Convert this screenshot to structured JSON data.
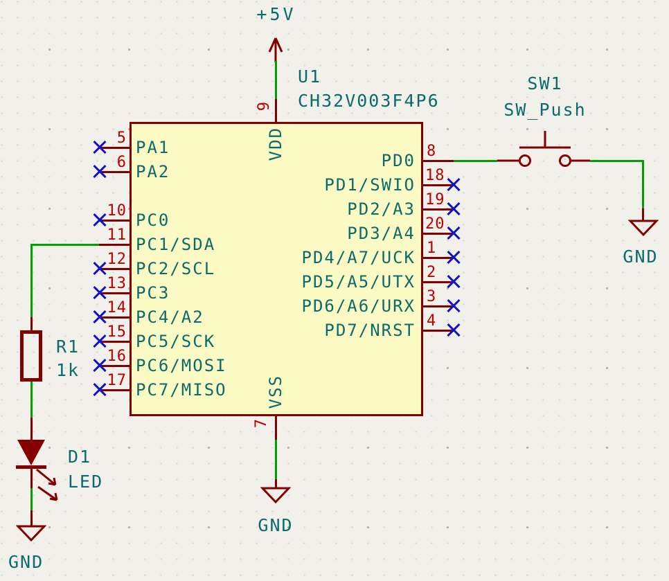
{
  "colors": {
    "bg": "#f1f0ea",
    "symbol": "#840000",
    "fill": "#fcfac4",
    "wire": "#00a000",
    "pinnum": "#c00000",
    "text": "#0b6b6b",
    "nc": "#1010c8"
  },
  "power": {
    "vcc": "+5V",
    "gnd_mcu": "GND",
    "gnd_led": "GND",
    "gnd_sw": "GND"
  },
  "chip": {
    "reference": "U1",
    "value": "CH32V003F4P6",
    "top_pin": {
      "number": "9",
      "name": "VDD"
    },
    "bottom_pin": {
      "number": "7",
      "name": "VSS"
    },
    "left_pins": [
      {
        "number": "5",
        "name": "PA1"
      },
      {
        "number": "6",
        "name": "PA2"
      },
      {
        "number": "10",
        "name": "PC0"
      },
      {
        "number": "11",
        "name": "PC1/SDA"
      },
      {
        "number": "12",
        "name": "PC2/SCL"
      },
      {
        "number": "13",
        "name": "PC3"
      },
      {
        "number": "14",
        "name": "PC4/A2"
      },
      {
        "number": "15",
        "name": "PC5/SCK"
      },
      {
        "number": "16",
        "name": "PC6/MOSI"
      },
      {
        "number": "17",
        "name": "PC7/MISO"
      }
    ],
    "right_pins": [
      {
        "number": "8",
        "name": "PD0"
      },
      {
        "number": "18",
        "name": "PD1/SWIO"
      },
      {
        "number": "19",
        "name": "PD2/A3"
      },
      {
        "number": "20",
        "name": "PD3/A4"
      },
      {
        "number": "1",
        "name": "PD4/A7/UCK"
      },
      {
        "number": "2",
        "name": "PD5/A5/UTX"
      },
      {
        "number": "3",
        "name": "PD6/A6/URX"
      },
      {
        "number": "4",
        "name": "PD7/NRST"
      }
    ]
  },
  "switch": {
    "reference": "SW1",
    "value": "SW_Push"
  },
  "resistor": {
    "reference": "R1",
    "value": "1k"
  },
  "led": {
    "reference": "D1",
    "value": "LED"
  }
}
